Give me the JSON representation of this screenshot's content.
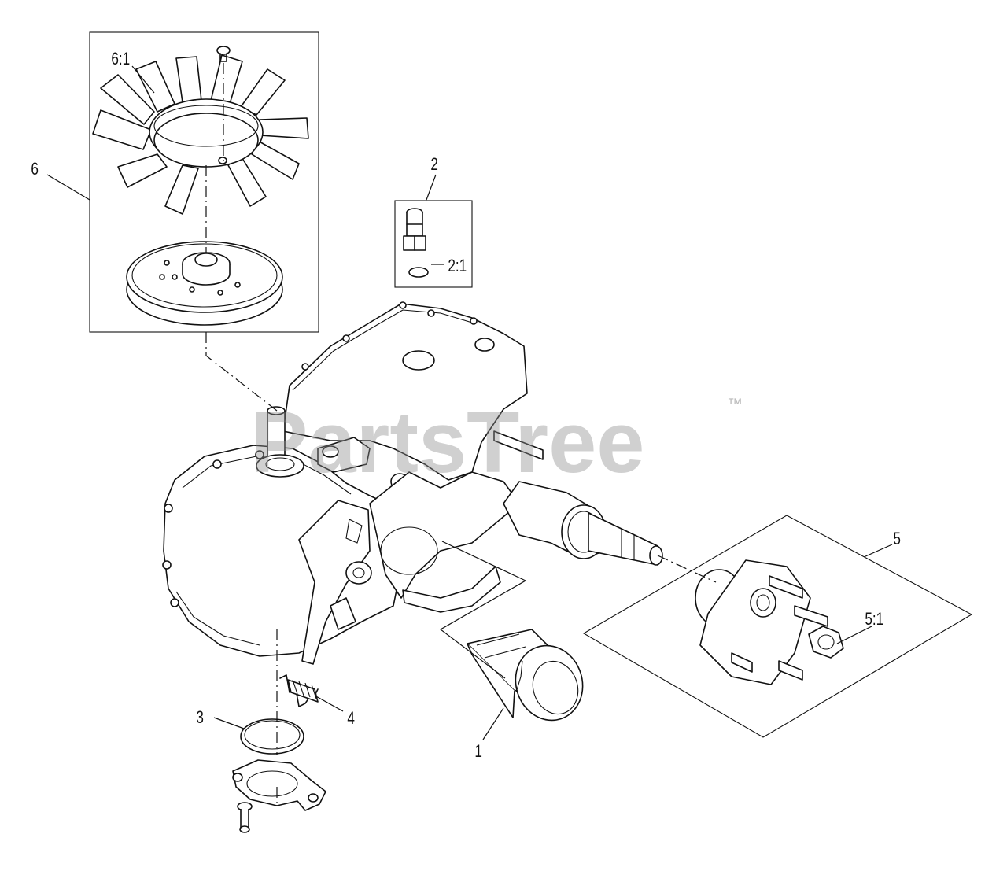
{
  "watermark": {
    "brand": "PartsTree",
    "trademark": "™"
  },
  "callouts": {
    "c1": "1",
    "c2": "2",
    "c2_1": "2:1",
    "c3": "3",
    "c4": "4",
    "c5": "5",
    "c5_1": "5:1",
    "c6": "6",
    "c6_1": "6:1"
  },
  "colors": {
    "ink": "#111111",
    "watermark": "#8e8e8e",
    "background": "#ffffff"
  }
}
